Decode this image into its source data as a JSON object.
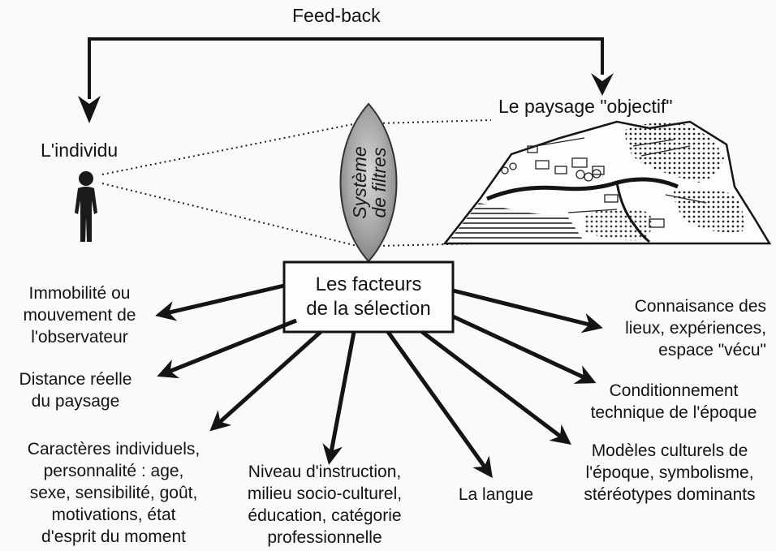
{
  "feedback": "Feed-back",
  "individu": "L'individu",
  "paysage_objectif": "Le paysage \"objectif\"",
  "filtres": "Système\nde filtres",
  "center_box": "Les facteurs\nde la sélection",
  "factors": {
    "immobilite": "Immobilité ou\nmouvement de\nl'observateur",
    "distance": "Distance réelle\ndu paysage",
    "caracteres": "Caractères individuels,\npersonnalité : age,\nsexe, sensibilité, goût,\nmotivations, état\nd'esprit du moment",
    "niveau": "Niveau d'instruction,\nmilieu socio-culturel,\néducation, catégorie\nprofessionnelle",
    "langue": "La langue",
    "connaissance": "Connaisance des\nlieux, expériences,\nespace \"vécu\"",
    "conditionnement": "Conditionnement\ntechnique de l'époque",
    "modeles": "Modèles culturels de\nl'époque, symbolisme,\nstéréotypes dominants"
  },
  "colors": {
    "ink": "#141414",
    "lens": "#9a9a9a",
    "background": "#fbfaf9"
  }
}
